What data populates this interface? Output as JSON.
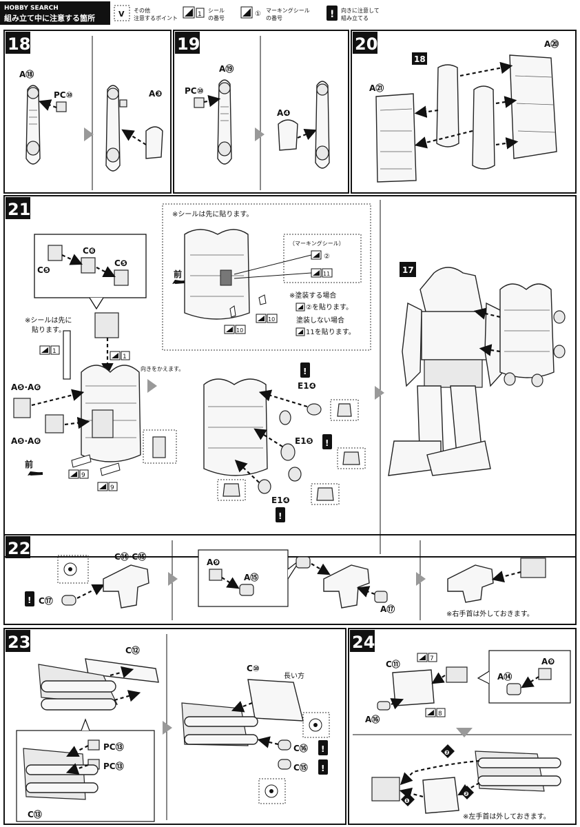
{
  "header": {
    "watermark": "HOBBY SEARCH",
    "title": "組み立て中に注意する箇所",
    "legend": [
      {
        "symbol": "V",
        "line1": "その他",
        "line2": "注意するポイント"
      },
      {
        "symbol": "1",
        "line1": "シール",
        "line2": "の番号"
      },
      {
        "symbol": "①",
        "line1": "マーキングシール",
        "line2": "の番号"
      },
      {
        "symbol": "!",
        "line1": "向きに注意して",
        "line2": "組み立てる"
      }
    ]
  },
  "steps": {
    "s18": {
      "num": "18",
      "labels": [
        "A⑱",
        "PC⑩",
        "A❸"
      ]
    },
    "s19": {
      "num": "19",
      "labels": [
        "A⑲",
        "PC⑩",
        "A❹"
      ]
    },
    "s20": {
      "num": "20",
      "labels": [
        "A⑳",
        "18",
        "A㉑"
      ]
    },
    "s21": {
      "num": "21",
      "note_seal_first": "※シールは先に貼ります。",
      "note_seal_first_l1": "※シールは先に",
      "note_seal_first_l2": "貼ります。",
      "labels": [
        "C❻",
        "C❺",
        "C❺",
        "1",
        "1",
        "A❺·A❻",
        "A❺·A❻",
        "9",
        "9",
        "前"
      ],
      "turn_note": "向きをかえます。",
      "marking_seal": "（マーキングシール）",
      "marking_num": "②",
      "seal_11": "11",
      "seal_10a": "10",
      "seal_10b": "10",
      "front": "前",
      "paint_yes": "※塗装する場合",
      "paint_yes_tail": "②を貼ります。",
      "paint_no": "塗装しない場合",
      "paint_no_tail": "11を貼ります。",
      "e_labels": [
        "E1❹",
        "E1❺",
        "E1❹"
      ],
      "step17": "17"
    },
    "s22": {
      "num": "22",
      "labels": [
        "C⑭·C⑮",
        "C⑰",
        "A❾",
        "A⑮",
        "A⑰"
      ],
      "note": "※右手首は外しておきます。"
    },
    "s23": {
      "num": "23",
      "labels": [
        "C⑫",
        "PC⑬",
        "PC⑬",
        "C⑬",
        "C⑩",
        "長い方",
        "C⑯",
        "C⑮"
      ]
    },
    "s24": {
      "num": "24",
      "labels": [
        "C⑪",
        "7",
        "8",
        "A⑯",
        "A❾",
        "A⑭",
        "❷",
        "❷",
        "❶"
      ],
      "note": "※左手首は外しておきます。"
    }
  }
}
